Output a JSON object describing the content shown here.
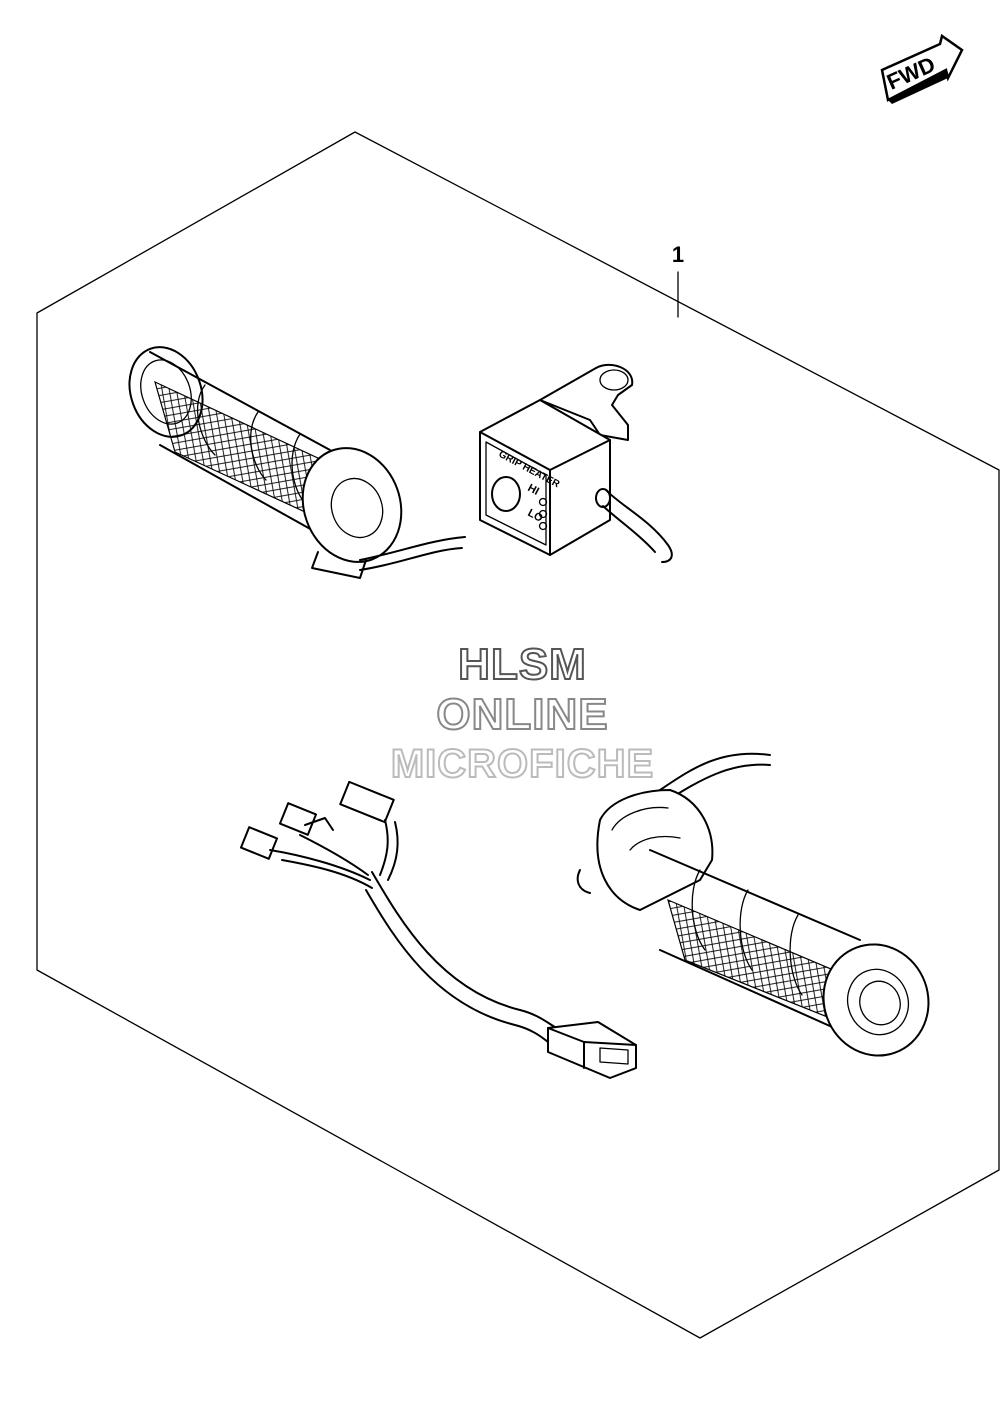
{
  "diagram": {
    "part_callout": "1",
    "direction_marker": "FWD",
    "switch_label": "GRIP HEATER",
    "switch_hi": "HI",
    "switch_lo": "LO"
  },
  "watermark": {
    "line1": "HLSM",
    "line2": "ONLINE",
    "line3": "MICROFICHE"
  },
  "icons": {
    "direction": "fwd-arrow-icon"
  }
}
